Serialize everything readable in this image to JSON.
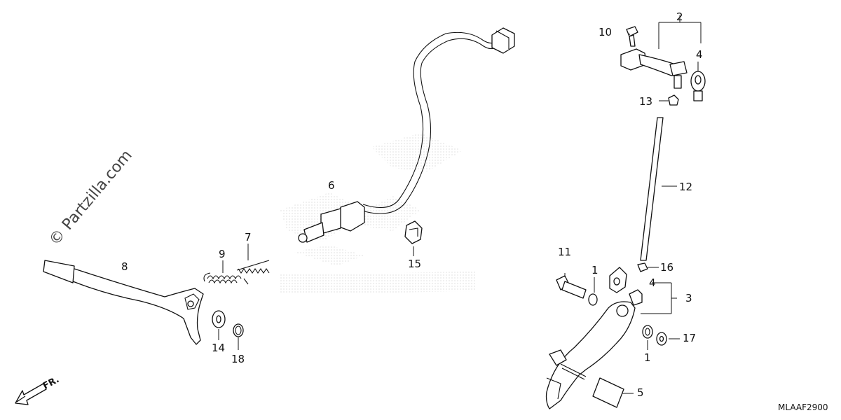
{
  "watermark": "© Partzilla.com",
  "diagram_code": "MLAAF2900",
  "direction_label": "FR.",
  "callouts": [
    {
      "id": "c1a",
      "text": "1"
    },
    {
      "id": "c1b",
      "text": "1"
    },
    {
      "id": "c2",
      "text": "2"
    },
    {
      "id": "c3",
      "text": "3"
    },
    {
      "id": "c4a",
      "text": "4"
    },
    {
      "id": "c4b",
      "text": "4"
    },
    {
      "id": "c5",
      "text": "5"
    },
    {
      "id": "c6",
      "text": "6"
    },
    {
      "id": "c7",
      "text": "7"
    },
    {
      "id": "c8",
      "text": "8"
    },
    {
      "id": "c9",
      "text": "9"
    },
    {
      "id": "c10",
      "text": "10"
    },
    {
      "id": "c11",
      "text": "11"
    },
    {
      "id": "c12",
      "text": "12"
    },
    {
      "id": "c13",
      "text": "13"
    },
    {
      "id": "c14",
      "text": "14"
    },
    {
      "id": "c15",
      "text": "15"
    },
    {
      "id": "c16",
      "text": "16"
    },
    {
      "id": "c17",
      "text": "17"
    },
    {
      "id": "c18",
      "text": "18"
    }
  ]
}
